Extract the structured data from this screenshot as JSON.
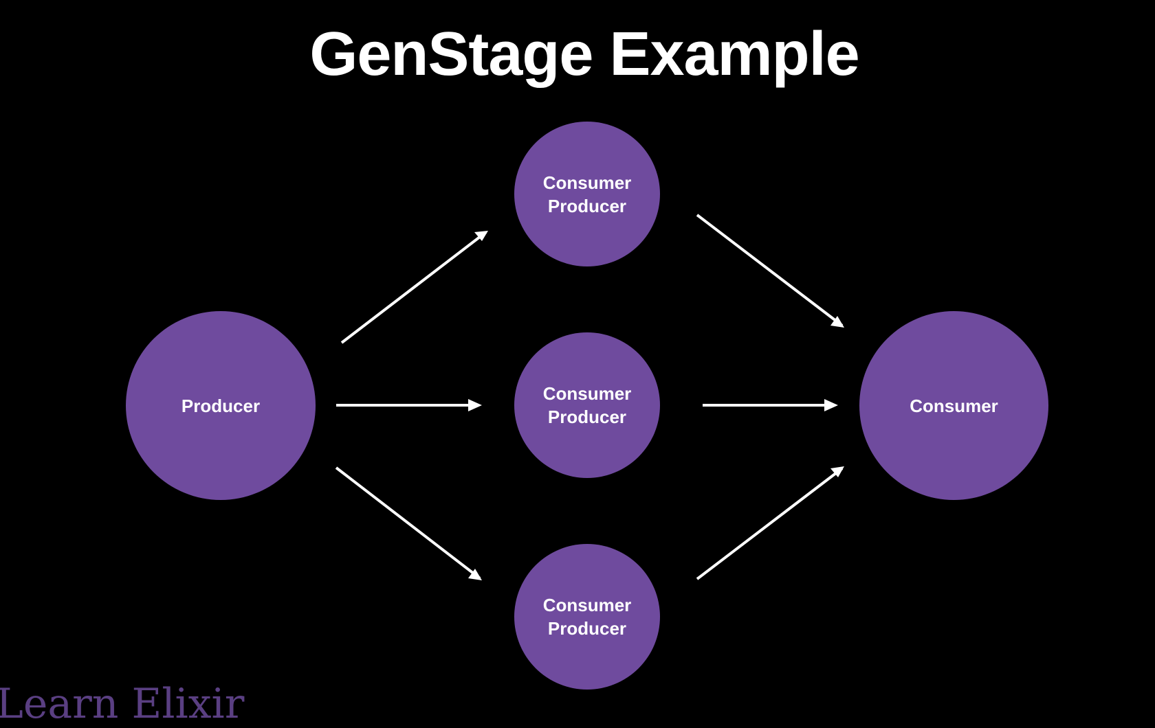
{
  "slide": {
    "title": "GenStage Example"
  },
  "nodes": {
    "producer": {
      "label": "Producer"
    },
    "consumer_producer_top": {
      "line1": "Consumer",
      "line2": "Producer"
    },
    "consumer_producer_middle": {
      "line1": "Consumer",
      "line2": "Producer"
    },
    "consumer_producer_bottom": {
      "line1": "Consumer",
      "line2": "Producer"
    },
    "consumer": {
      "label": "Consumer"
    }
  },
  "edges": [
    {
      "from": "Producer",
      "to": "Consumer Producer (top)"
    },
    {
      "from": "Producer",
      "to": "Consumer Producer (middle)"
    },
    {
      "from": "Producer",
      "to": "Consumer Producer (bottom)"
    },
    {
      "from": "Consumer Producer (top)",
      "to": "Consumer"
    },
    {
      "from": "Consumer Producer (middle)",
      "to": "Consumer"
    },
    {
      "from": "Consumer Producer (bottom)",
      "to": "Consumer"
    }
  ],
  "watermark": {
    "text": "Learn Elixir"
  },
  "colors": {
    "background": "#000000",
    "node_fill": "#6f4b9e",
    "text": "#ffffff",
    "arrow": "#ffffff",
    "watermark": "#5a3f82"
  }
}
